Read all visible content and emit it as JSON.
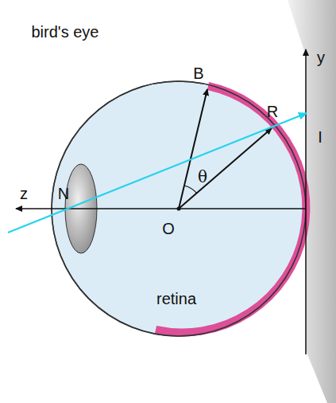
{
  "diagram": {
    "labels": [
      "bird's eye",
      "B",
      "R",
      "θ",
      "z",
      "N",
      "O",
      "retina",
      "y",
      "I"
    ]
  }
}
